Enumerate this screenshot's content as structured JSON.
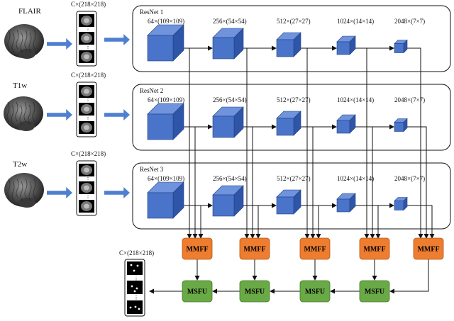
{
  "modalities": [
    {
      "name": "FLAIR",
      "slice_dims": "C×(218×218)"
    },
    {
      "name": "T1w",
      "slice_dims": "C×(218×218)"
    },
    {
      "name": "T2w",
      "slice_dims": "C×(218×218)"
    }
  ],
  "encoders": [
    {
      "title": "ResNet 1",
      "stages": [
        "64×(109×109)",
        "256×(54×54)",
        "512×(27×27)",
        "1024×(14×14)",
        "2048×(7×7)"
      ]
    },
    {
      "title": "ResNet 2",
      "stages": [
        "64×(109×109)",
        "256×(54×54)",
        "512×(27×27)",
        "1024×(14×14)",
        "2048×(7×7)"
      ]
    },
    {
      "title": "ResNet 3",
      "stages": [
        "64×(109×109)",
        "256×(54×54)",
        "512×(27×27)",
        "1024×(14×14)",
        "2048×(7×7)"
      ]
    }
  ],
  "fusion": {
    "mmff_label": "MMFF",
    "msfu_label": "MSFU",
    "mmff_count": 5,
    "msfu_count": 4
  },
  "output": {
    "dims": "C×(218×218)"
  },
  "colors": {
    "cube_front": "#4a74c9",
    "cube_top": "#6f93dc",
    "cube_side": "#2f55a8",
    "arrow_blue": "#4f7fd1",
    "mmff": "#ee7d2f",
    "msfu": "#6aaa46",
    "line": "#111111"
  },
  "icons": [
    "brain-render",
    "mri-slice",
    "segmentation-mask"
  ]
}
